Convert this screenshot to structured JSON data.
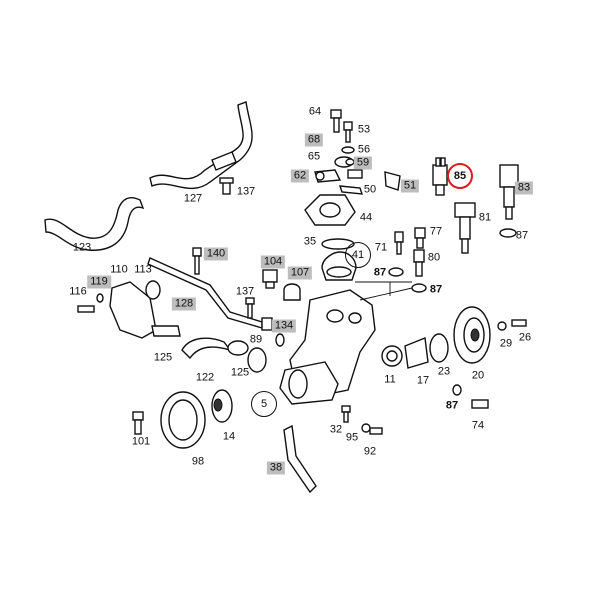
{
  "labels": {
    "l64": "64",
    "l53": "53",
    "l68": "68",
    "l56": "56",
    "l65": "65",
    "l59": "59",
    "l62": "62",
    "l50": "50",
    "l51": "51",
    "l85": "85",
    "l83": "83",
    "l44": "44",
    "l81": "81",
    "l87a": "87",
    "l127": "127",
    "l137a": "137",
    "l123": "123",
    "l35": "35",
    "l41": "41",
    "l71": "71",
    "l77": "77",
    "l140": "140",
    "l104": "104",
    "l107": "107",
    "l80": "80",
    "l87b": "87",
    "l87c": "87",
    "l110": "110",
    "l113": "113",
    "l119": "119",
    "l116": "116",
    "l128": "128",
    "l137b": "137",
    "l134": "134",
    "l89": "89",
    "l125a": "125",
    "l122": "122",
    "l125b": "125",
    "l5": "5",
    "l11": "11",
    "l17": "17",
    "l23": "23",
    "l20": "20",
    "l29": "29",
    "l26": "26",
    "l87d": "87",
    "l74": "74",
    "l101": "101",
    "l14": "14",
    "l98": "98",
    "l32": "32",
    "l95": "95",
    "l92": "92",
    "l38": "38"
  }
}
